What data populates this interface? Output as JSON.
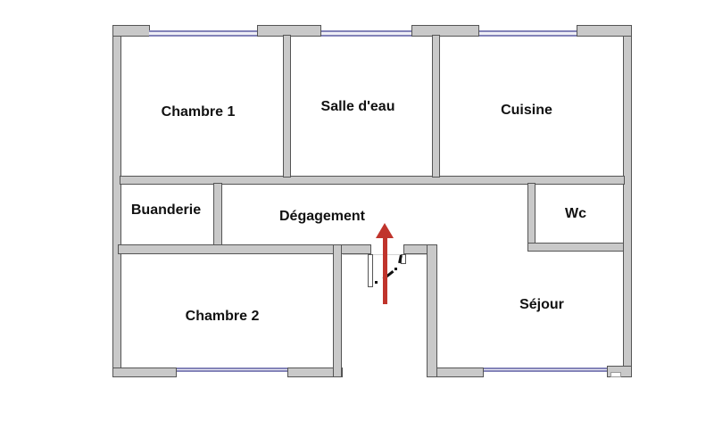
{
  "plan": {
    "title": "apartment-floor-plan",
    "labels": {
      "chambre1": "Chambre 1",
      "salle_deau": "Salle d'eau",
      "cuisine": "Cuisine",
      "buanderie": "Buanderie",
      "degagement": "Dégagement",
      "wc": "Wc",
      "chambre2": "Chambre 2",
      "sejour": "Séjour"
    },
    "colors": {
      "background": "#ffffff",
      "wall_fill": "#c9c9c9",
      "wall_edge": "#555555",
      "window_blue": "#8383b8",
      "arrow_red": "#c0342c",
      "label_color": "#111111"
    },
    "symbols": {
      "entrance_arrow": "red arrow pointing into Dégagement through front door",
      "door_swing": "dashed arc at entrance door",
      "windows": "blue double lines on exterior walls"
    }
  }
}
